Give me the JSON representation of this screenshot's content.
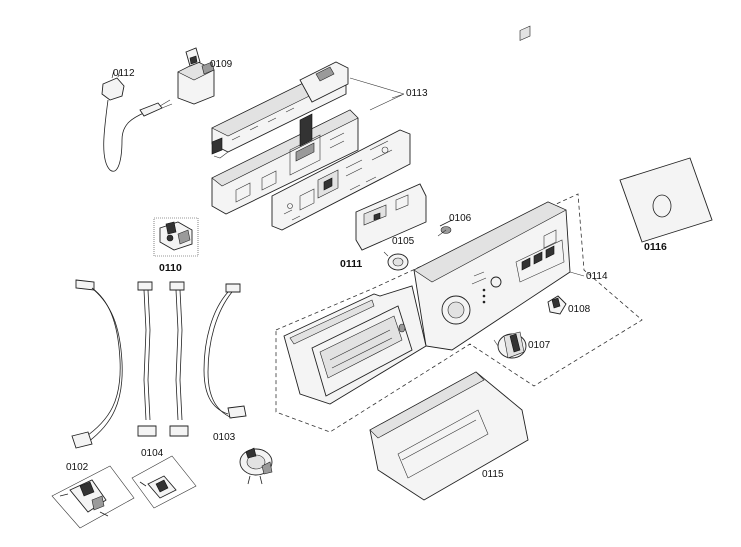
{
  "labels": {
    "p0112": "0112",
    "p0109": "0109",
    "p0113": "0113",
    "p0110": "0110",
    "p0111": "0111",
    "p0106": "0106",
    "p0105": "0105",
    "p0116": "0116",
    "p0114": "0114",
    "p0108": "0108",
    "p0107": "0107",
    "p0102": "0102",
    "p0104": "0104",
    "p0103": "0103",
    "p0115": "0115"
  }
}
